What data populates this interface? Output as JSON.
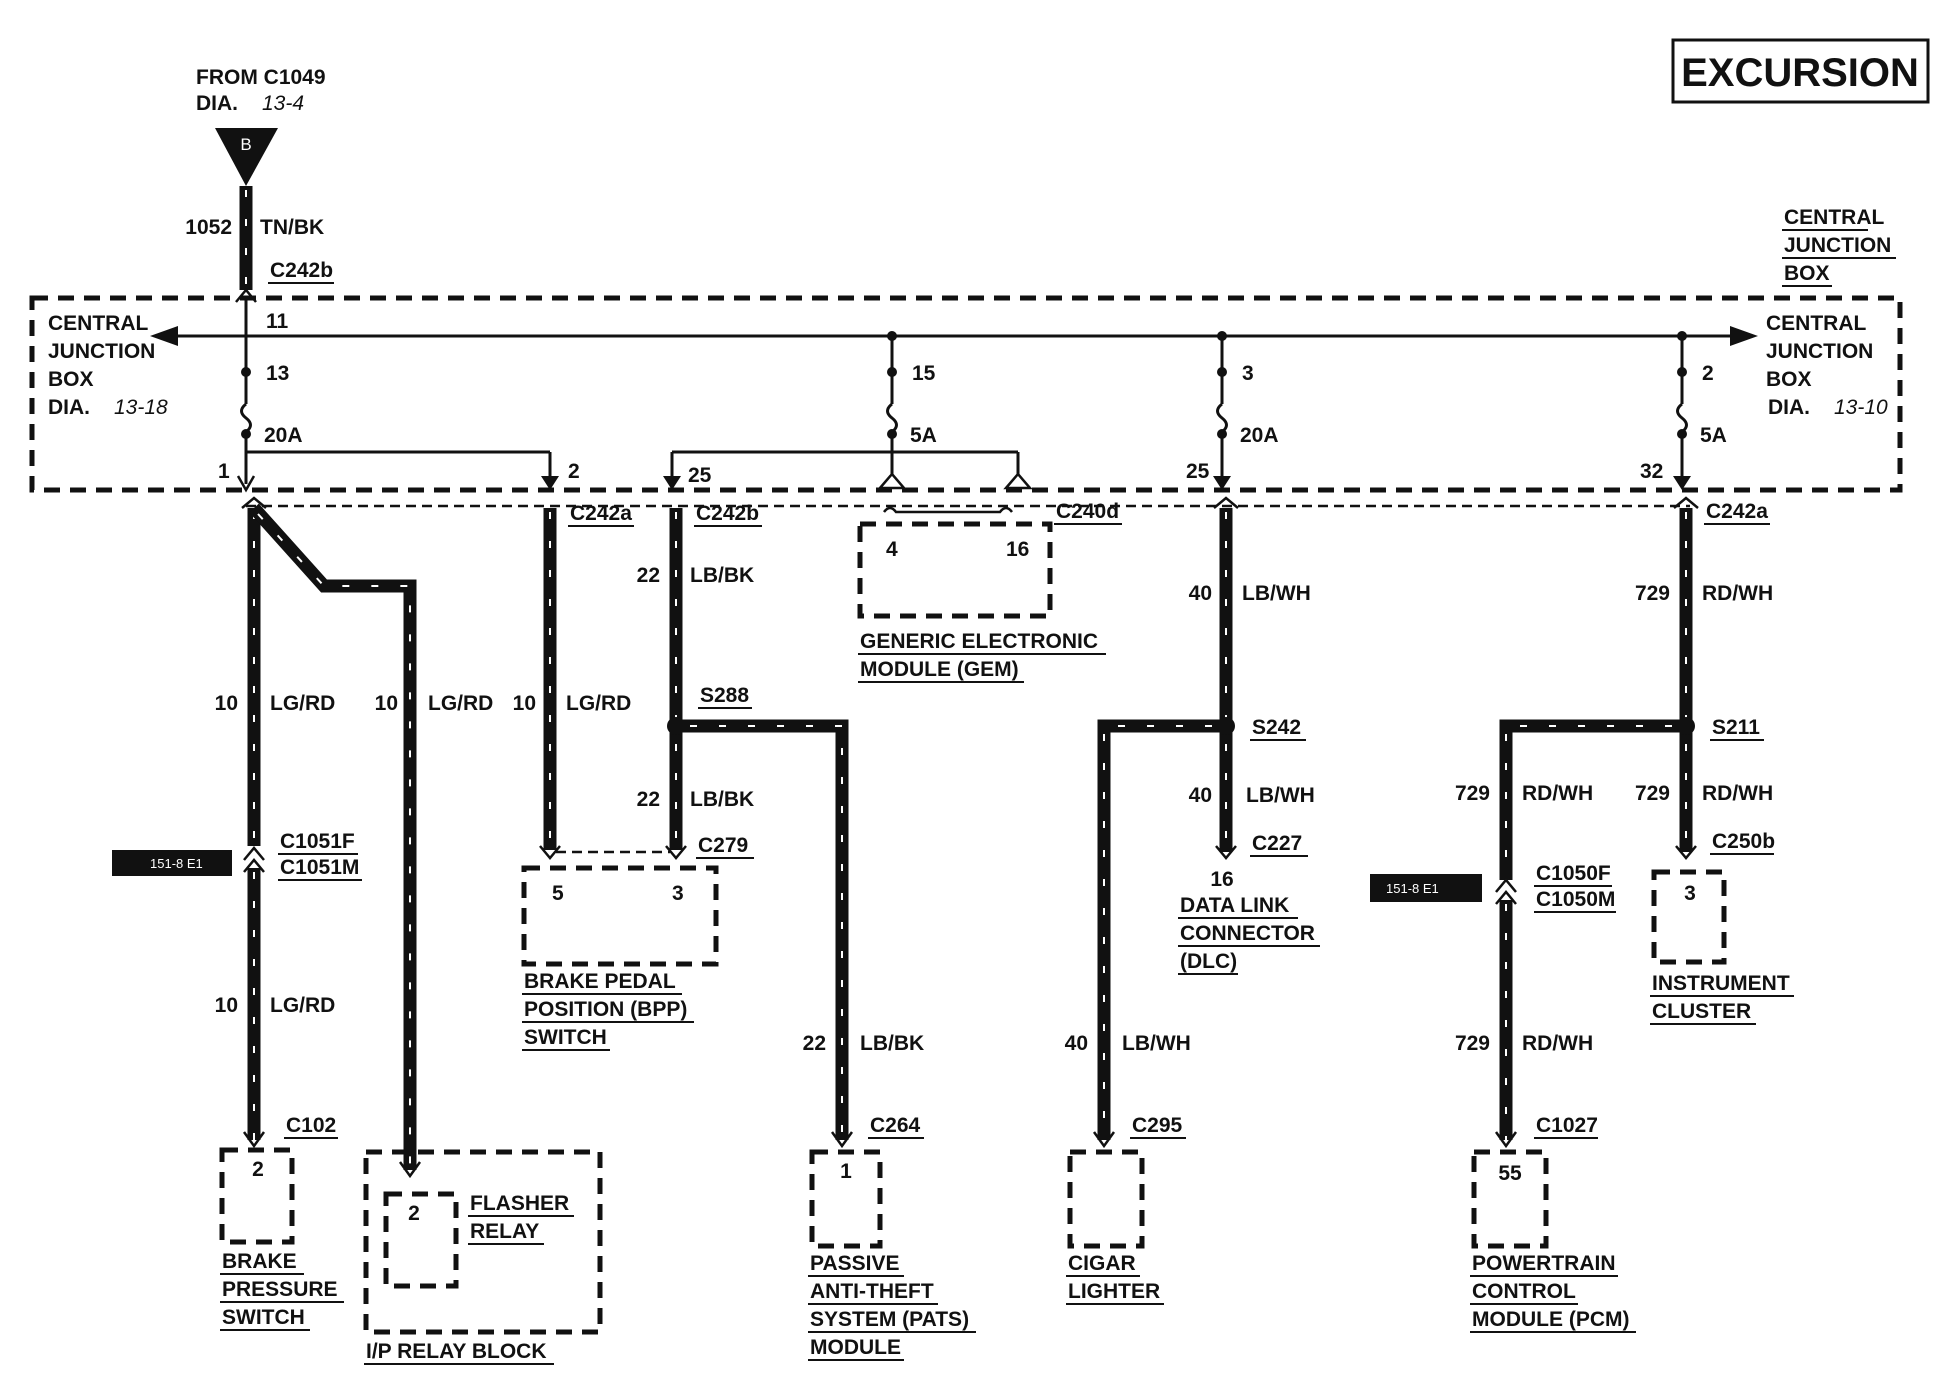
{
  "title": "EXCURSION",
  "source": {
    "line1": "FROM C1049",
    "dia_label": "DIA.",
    "dia_ref": "13-4",
    "letter": "B",
    "wire_num": "1052",
    "wire_color": "TN/BK",
    "connector": "C242b"
  },
  "cjb_right_title": [
    "CENTRAL",
    "JUNCTION",
    "BOX"
  ],
  "cjb_left_ref": {
    "lines": [
      "CENTRAL",
      "JUNCTION",
      "BOX"
    ],
    "dia": "DIA.",
    "ref": "13-18"
  },
  "cjb_right_ref": {
    "lines": [
      "CENTRAL",
      "JUNCTION",
      "BOX"
    ],
    "dia": "DIA.",
    "ref": "13-10"
  },
  "bus_label": "11",
  "fuses": [
    {
      "num": "13",
      "rating": "20A"
    },
    {
      "num": "15",
      "rating": "5A"
    },
    {
      "num": "3",
      "rating": "20A"
    },
    {
      "num": "2",
      "rating": "5A"
    }
  ],
  "pins": {
    "p1": "1",
    "p2": "2",
    "p25a": "25",
    "p25b": "25",
    "p32": "32"
  },
  "connectors": {
    "c242a_l": "C242a",
    "c242b": "C242b",
    "c240d": "C240d",
    "c242a_r": "C242a",
    "c1051f": "C1051F",
    "c1051m": "C1051M",
    "c102": "C102",
    "c279": "C279",
    "c264": "C264",
    "c295": "C295",
    "c227": "C227",
    "c1050f": "C1050F",
    "c1050m": "C1050M",
    "c250b": "C250b",
    "c1027": "C1027"
  },
  "splices": {
    "s288": "S288",
    "s242": "S242",
    "s211": "S211"
  },
  "tags": {
    "left": "151-8 E1",
    "right": "151-8 E1"
  },
  "wires": {
    "w1": {
      "num": "10",
      "color": "LG/RD"
    },
    "w2": {
      "num": "10",
      "color": "LG/RD"
    },
    "w3": {
      "num": "10",
      "color": "LG/RD"
    },
    "w4": {
      "num": "10",
      "color": "LG/RD"
    },
    "w5": {
      "num": "22",
      "color": "LB/BK"
    },
    "w6": {
      "num": "22",
      "color": "LB/BK"
    },
    "w7": {
      "num": "22",
      "color": "LB/BK"
    },
    "w8": {
      "num": "40",
      "color": "LB/WH"
    },
    "w9": {
      "num": "40",
      "color": "LB/WH"
    },
    "w10": {
      "num": "40",
      "color": "LB/WH"
    },
    "w11": {
      "num": "729",
      "color": "RD/WH"
    },
    "w12": {
      "num": "729",
      "color": "RD/WH"
    },
    "w13": {
      "num": "729",
      "color": "RD/WH"
    },
    "w14": {
      "num": "729",
      "color": "RD/WH"
    }
  },
  "components": {
    "gem": {
      "pin_a": "4",
      "pin_b": "16",
      "lines": [
        "GENERIC ELECTRONIC",
        "MODULE (GEM)"
      ]
    },
    "bpp": {
      "pin_a": "5",
      "pin_b": "3",
      "lines": [
        "BRAKE PEDAL",
        "POSITION (BPP)",
        "SWITCH"
      ]
    },
    "dlc": {
      "pin": "16",
      "lines": [
        "DATA LINK",
        "CONNECTOR",
        "(DLC)"
      ]
    },
    "cluster": {
      "pin": "3",
      "lines": [
        "INSTRUMENT",
        "CLUSTER"
      ]
    },
    "brake_sw": {
      "pin": "2",
      "lines": [
        "BRAKE",
        "PRESSURE",
        "SWITCH"
      ]
    },
    "flasher": {
      "pin": "2",
      "lines": [
        "FLASHER",
        "RELAY"
      ],
      "block": "I/P RELAY BLOCK"
    },
    "pats": {
      "pin": "1",
      "lines": [
        "PASSIVE",
        "ANTI-THEFT",
        "SYSTEM (PATS)",
        "MODULE"
      ]
    },
    "cigar": {
      "lines": [
        "CIGAR",
        "LIGHTER"
      ]
    },
    "pcm": {
      "pin": "55",
      "lines": [
        "POWERTRAIN",
        "CONTROL",
        "MODULE (PCM)"
      ]
    }
  }
}
